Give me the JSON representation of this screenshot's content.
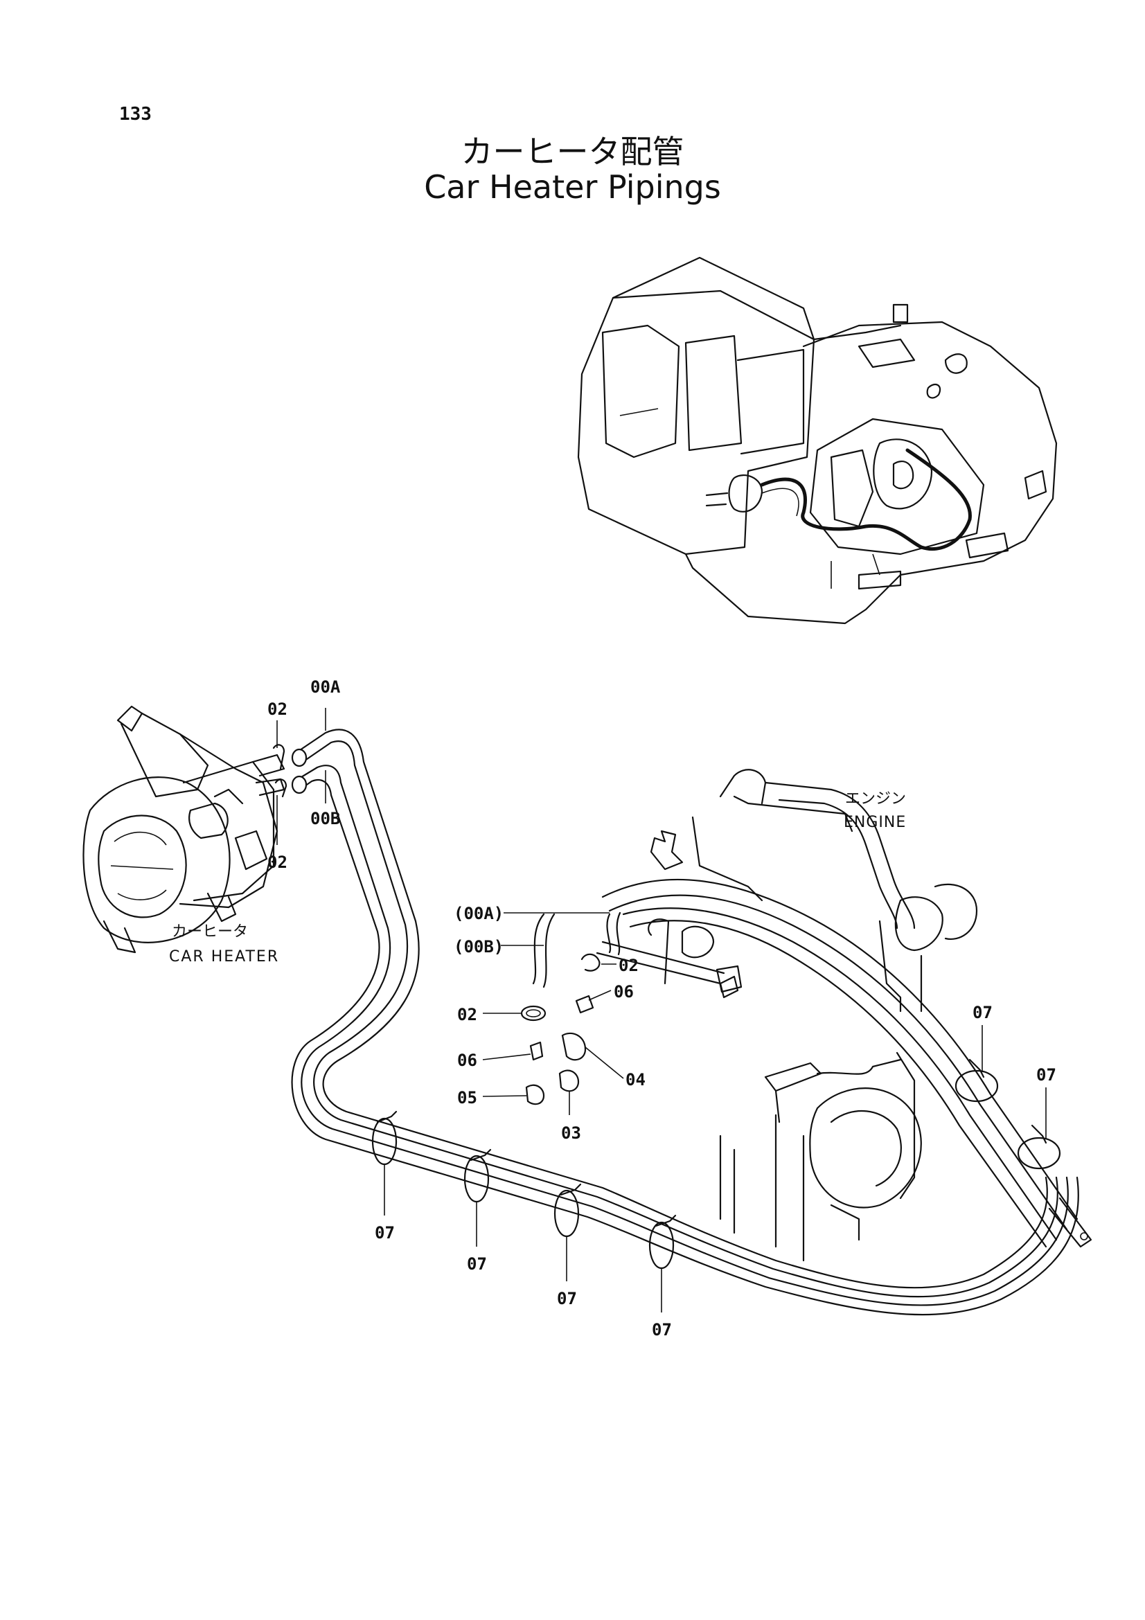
{
  "page": {
    "number": "133",
    "title_jp": "カーヒータ配管",
    "title_en": "Car Heater Pipings"
  },
  "captions": {
    "car_heater_jp": "カーヒータ",
    "car_heater_en": "CAR HEATER",
    "engine_jp": "エンジン",
    "engine_en": "ENGINE"
  },
  "callouts": {
    "hose_a": "00A",
    "hose_b": "00B",
    "hose_a_alt": "(00A)",
    "hose_b_alt": "(00B)",
    "clamp": "02",
    "adapter": "06",
    "elbow": "04",
    "plug": "05",
    "cock": "03",
    "band": "07"
  }
}
